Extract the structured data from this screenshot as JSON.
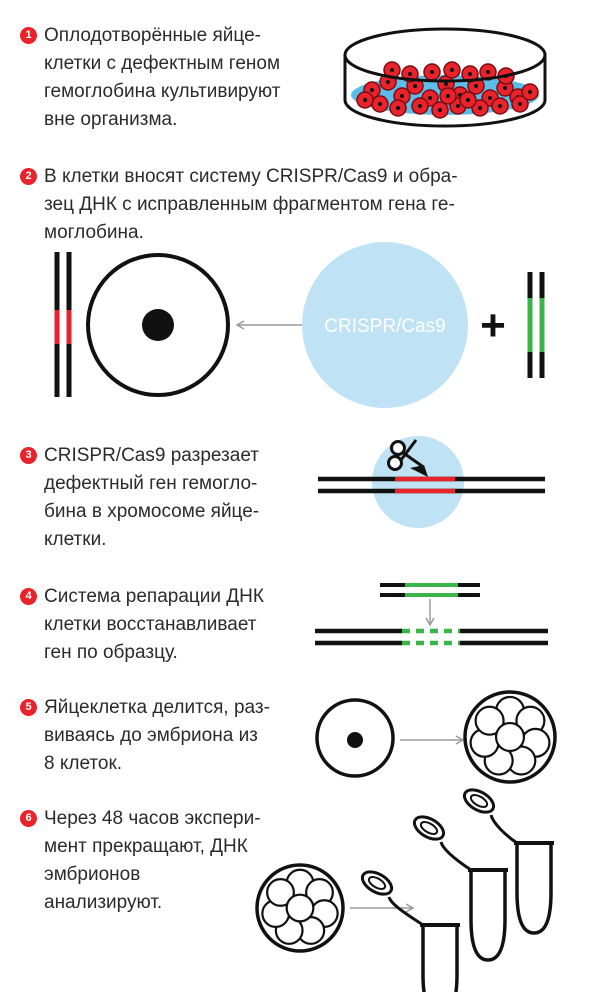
{
  "colors": {
    "accent_red": "#e8232b",
    "cell_blue": "#bfe2f4",
    "green": "#3bb54a",
    "black": "#111111",
    "arrow_gray": "#9a9a9a"
  },
  "steps": [
    {
      "number": "1",
      "lines": [
        "Оплодотворённые яйце-",
        "клетки с дефектным геном",
        "гемоглобина культивируют",
        "вне организма."
      ]
    },
    {
      "number": "2",
      "lines": [
        "В клетки вносят систему CRISPR/Cas9 и обра-",
        "зец ДНК с исправленным фрагментом гена ге-",
        "моглобина."
      ]
    },
    {
      "number": "3",
      "lines": [
        "CRISPR/Cas9 разрезает",
        "дефектный ген гемогло-",
        "бина в хромосоме яйце-",
        "клетки."
      ]
    },
    {
      "number": "4",
      "lines": [
        "Система репарации ДНК",
        "клетки восстанавливает",
        "ген по образцу."
      ]
    },
    {
      "number": "5",
      "lines": [
        "Яйцеклетка делится, раз-",
        "виваясь до эмбриона из",
        "8 клеток."
      ]
    },
    {
      "number": "6",
      "lines": [
        "Через 48 часов экспери-",
        "мент прекращают, ДНК",
        "эмбрионов",
        "анализируют."
      ]
    }
  ],
  "diagram": {
    "crispr_label": "CRISPR/Cas9",
    "plus_sign": "+"
  },
  "icons": [
    "petri-dish-icon",
    "dna-strand-icon",
    "egg-cell-icon",
    "crispr-sphere-icon",
    "scissors-icon",
    "embryo-icon",
    "test-tube-icon",
    "arrow-icon"
  ]
}
